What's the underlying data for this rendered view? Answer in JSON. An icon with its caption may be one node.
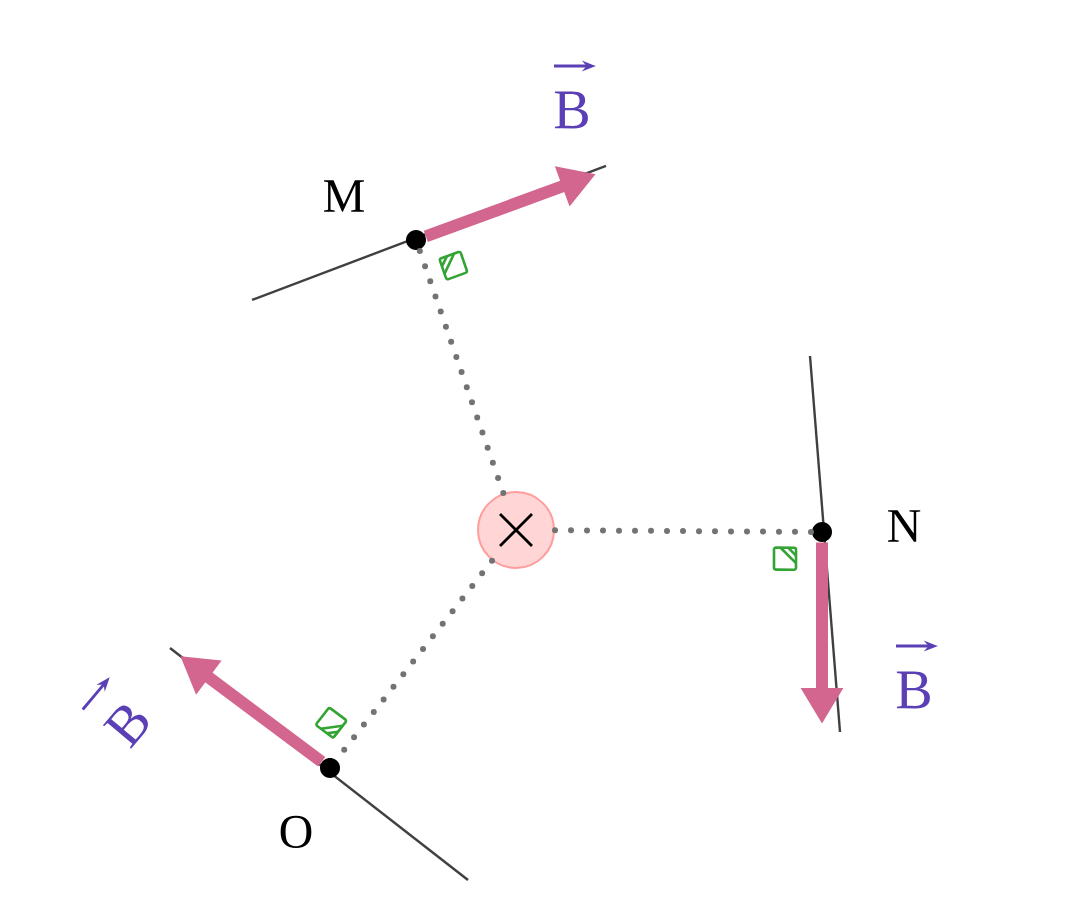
{
  "diagram": {
    "nodes": [
      {
        "text": [],
        "shape": "circle"
      },
      {
        "text": [],
        "shape": "circle",
        "beside": [
          "M"
        ]
      },
      {
        "text": [],
        "shape": "circle",
        "beside": [
          "N"
        ]
      },
      {
        "text": [],
        "shape": "circle",
        "beside": [
          "O"
        ]
      }
    ],
    "edges": [
      {
        "from": 0,
        "to": 1,
        "arrow": "none",
        "style": "dashed"
      },
      {
        "from": 0,
        "to": 2,
        "arrow": "none",
        "style": "dashed"
      },
      {
        "from": 0,
        "to": 3,
        "arrow": "none",
        "style": "dashed"
      },
      {
        "from": 1,
        "to": null,
        "arrow": "to",
        "label": "B",
        "style": "thick",
        "color": "#d3668f"
      },
      {
        "from": 2,
        "to": null,
        "arrow": "to",
        "label": "B",
        "style": "thick",
        "color": "#d3668f"
      },
      {
        "from": 3,
        "to": null,
        "arrow": "to",
        "label": "B",
        "style": "thick",
        "color": "#d3668f"
      }
    ]
  }
}
